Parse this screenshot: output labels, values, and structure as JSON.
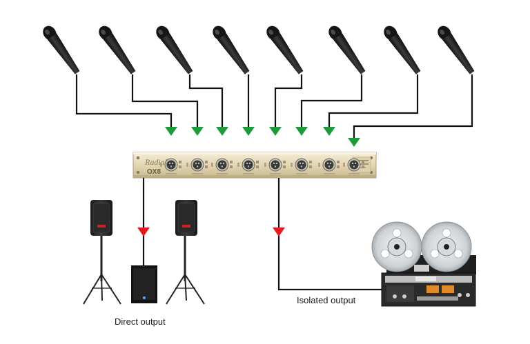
{
  "diagram": {
    "splitter": {
      "brand": "Radial",
      "model": "OX8",
      "channel_count": 8,
      "body_color": "#e3d6b3",
      "face_color": "#efe4c7",
      "jack_color": "#3a3a3a"
    },
    "microphones": {
      "count": 8,
      "body_color": "#1c1c1c"
    },
    "cable_color": "#111111",
    "input_arrow_color": "#1e9a3a",
    "output_arrow_color": "#e31b23",
    "outputs": {
      "direct": {
        "label": "Direct output"
      },
      "isolated": {
        "label": "Isolated output"
      }
    }
  }
}
